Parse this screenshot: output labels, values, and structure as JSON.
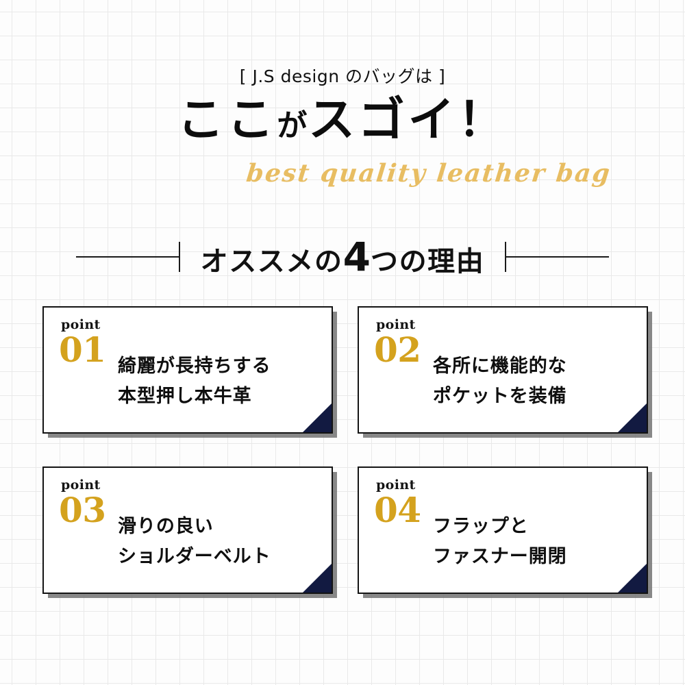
{
  "theme": {
    "background": "#fdfdfd",
    "grid_line": "#e9e9e9",
    "gold_number": "#d4a21e",
    "gold_script": "#e8bd62",
    "navy_corner": "#121a41",
    "text": "#111111"
  },
  "header": {
    "eyebrow": "[ J.S design のバッグは ]",
    "headline_part1": "ここ",
    "headline_part2": "が",
    "headline_part3": "スゴイ！",
    "script_tagline": "best quality leather bag"
  },
  "section": {
    "title_prefix": "オススメの",
    "title_number": "4",
    "title_suffix": "つの理由"
  },
  "cards": [
    {
      "point_label": "point",
      "number": "01",
      "line1": "綺麗が長持ちする",
      "line2": "本型押し本牛革"
    },
    {
      "point_label": "point",
      "number": "02",
      "line1": "各所に機能的な",
      "line2": "ポケットを装備"
    },
    {
      "point_label": "point",
      "number": "03",
      "line1": "滑りの良い",
      "line2": "ショルダーベルト"
    },
    {
      "point_label": "point",
      "number": "04",
      "line1": "フラップと",
      "line2": "ファスナー開閉"
    }
  ]
}
